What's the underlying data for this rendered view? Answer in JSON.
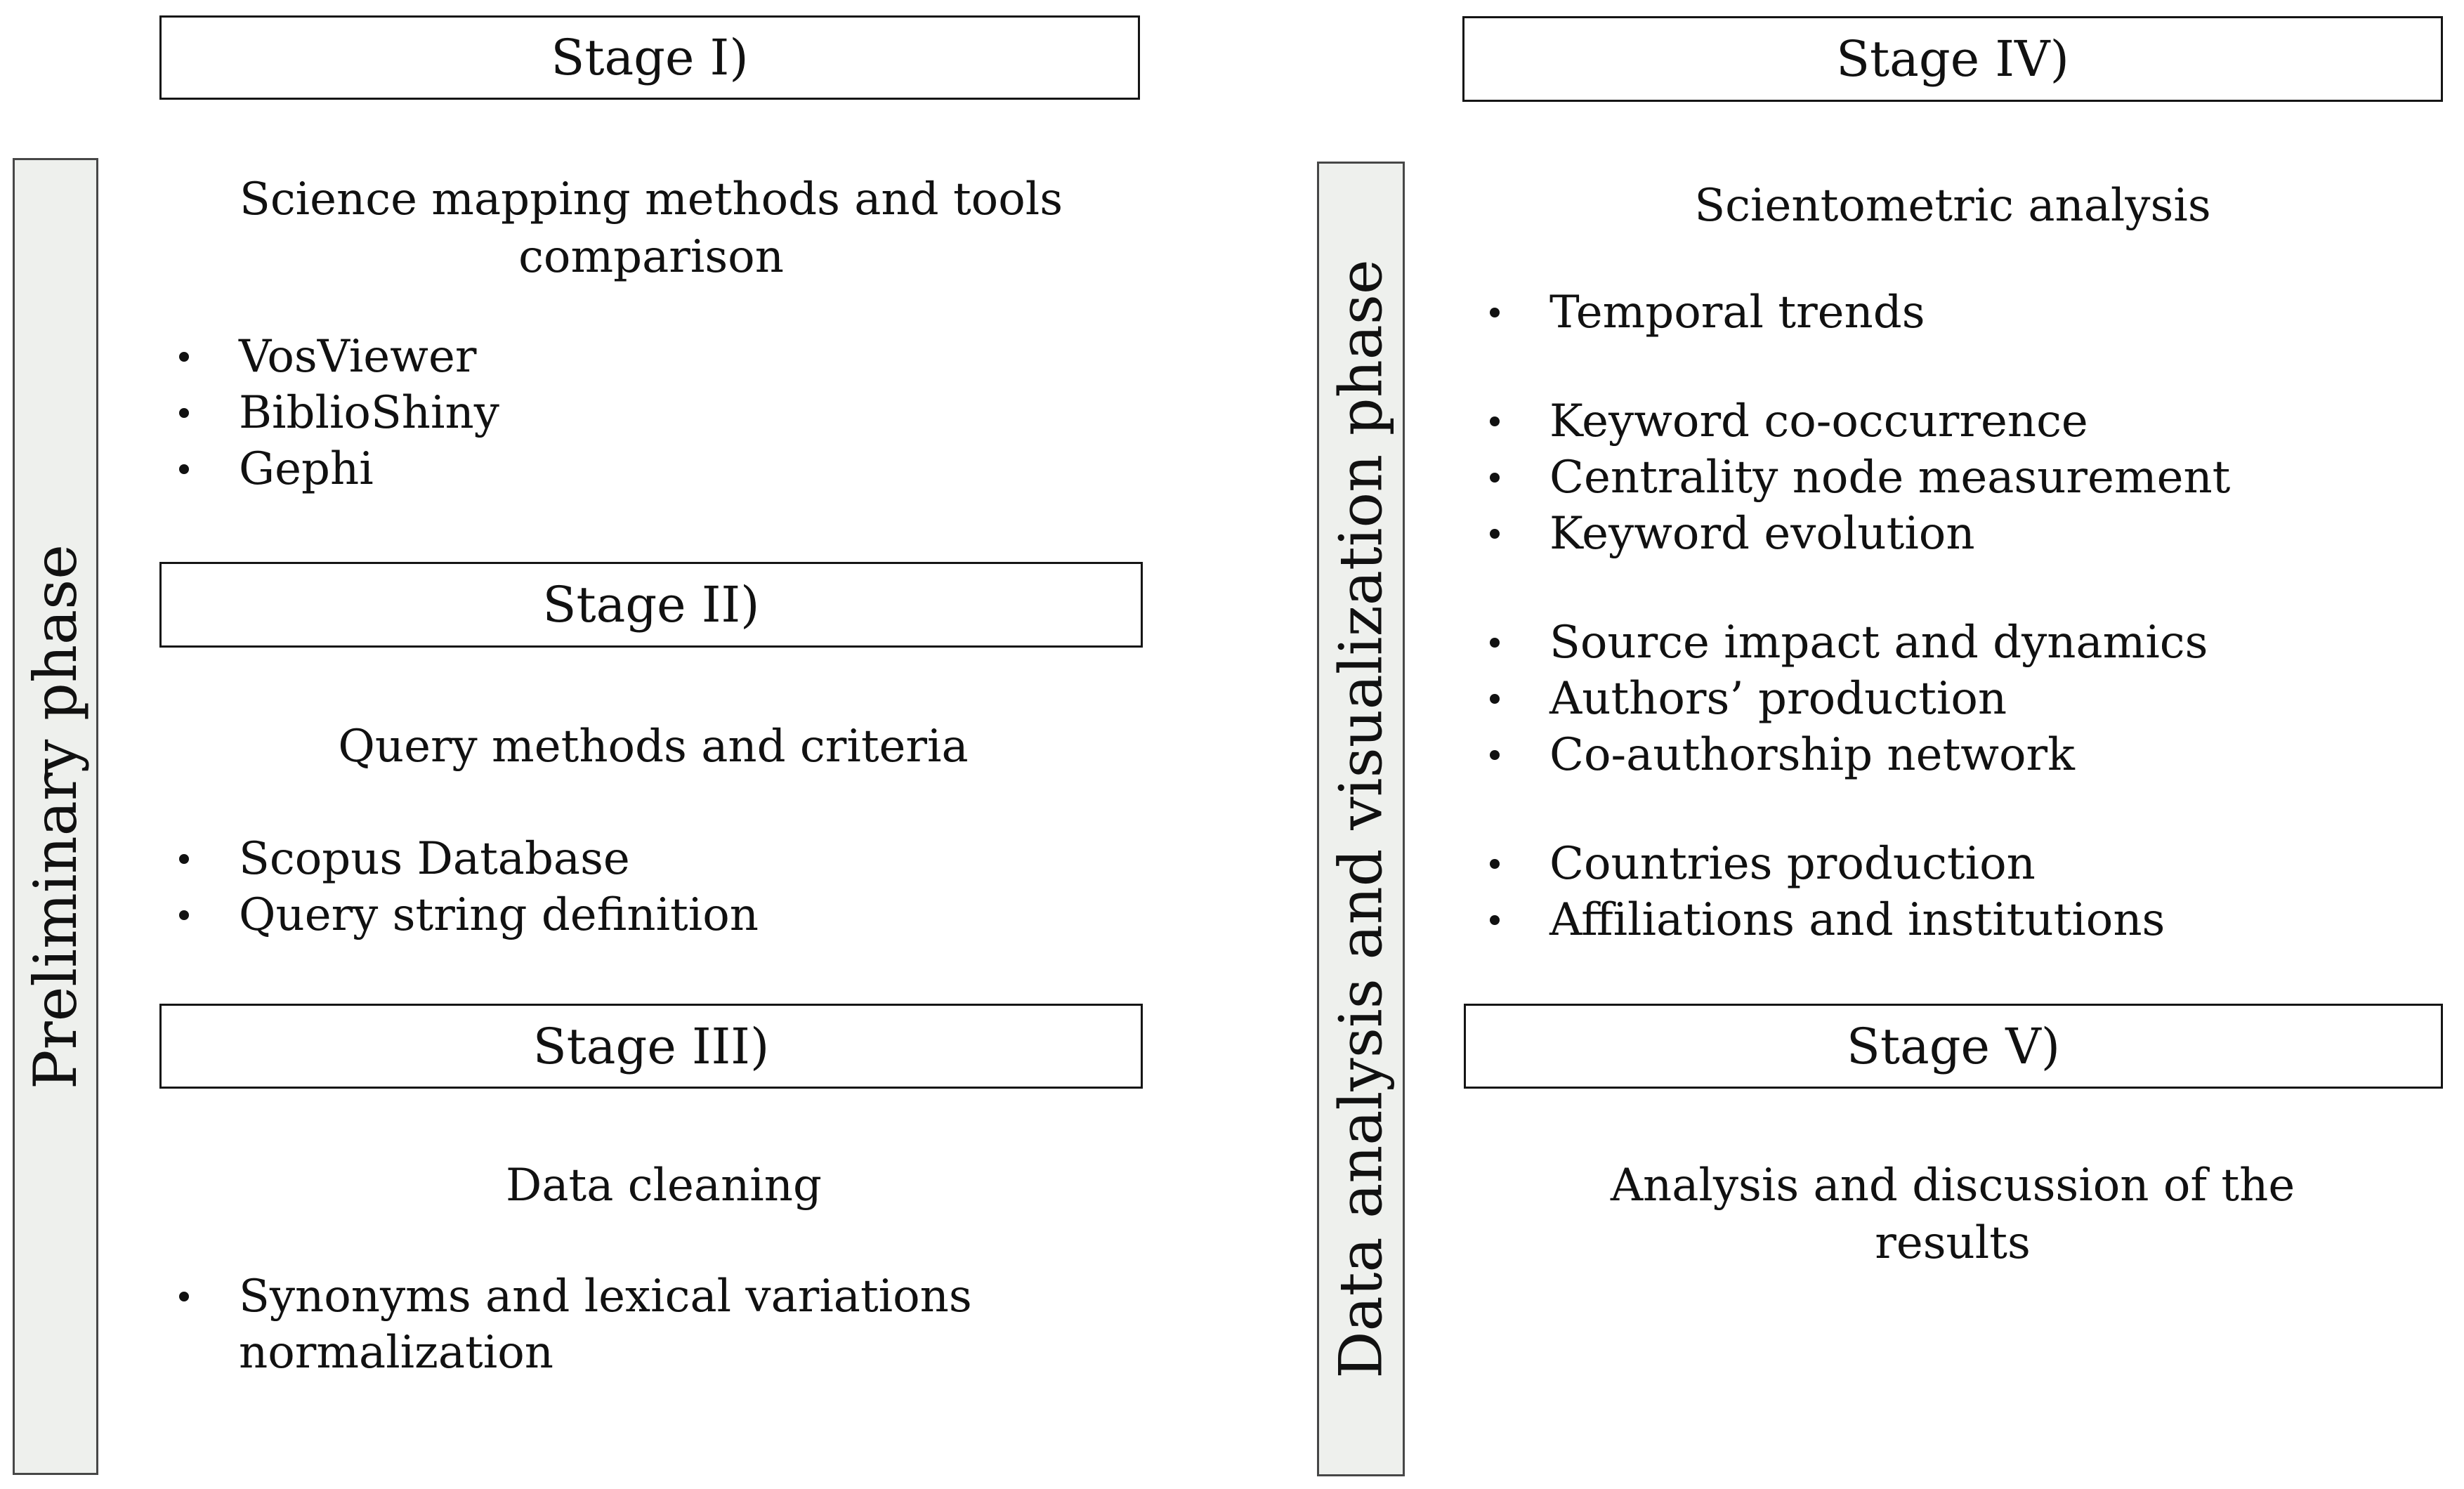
{
  "diagram": {
    "left_phase": {
      "label": "Preliminary phase",
      "stage1": {
        "title": "Stage I)",
        "heading": "Science mapping methods and tools comparison",
        "items": [
          "VosViewer",
          "BiblioShiny",
          "Gephi"
        ]
      },
      "stage2": {
        "title": "Stage II)",
        "heading": "Query methods and criteria",
        "items": [
          "Scopus Database",
          "Query string definition"
        ]
      },
      "stage3": {
        "title": "Stage III)",
        "heading": "Data cleaning",
        "items": [
          "Synonyms and lexical variations normalization"
        ]
      }
    },
    "right_phase": {
      "label": "Data analysis and visualization phase",
      "stage4": {
        "title": "Stage IV)",
        "heading": "Scientometric analysis",
        "item_groups": [
          [
            "Temporal trends"
          ],
          [
            "Keyword co-occurrence",
            "Centrality node measurement",
            "Keyword evolution"
          ],
          [
            "Source impact and dynamics",
            "Authors’ production",
            "Co-authorship network"
          ],
          [
            "Countries production",
            "Affiliations and institutions"
          ]
        ]
      },
      "stage5": {
        "title": "Stage V)",
        "heading": "Analysis and discussion of the results"
      }
    },
    "colors": {
      "bar_fill": "#eef0ed",
      "bar_border": "#474747",
      "box_border": "#151515",
      "text": "#111111"
    }
  }
}
